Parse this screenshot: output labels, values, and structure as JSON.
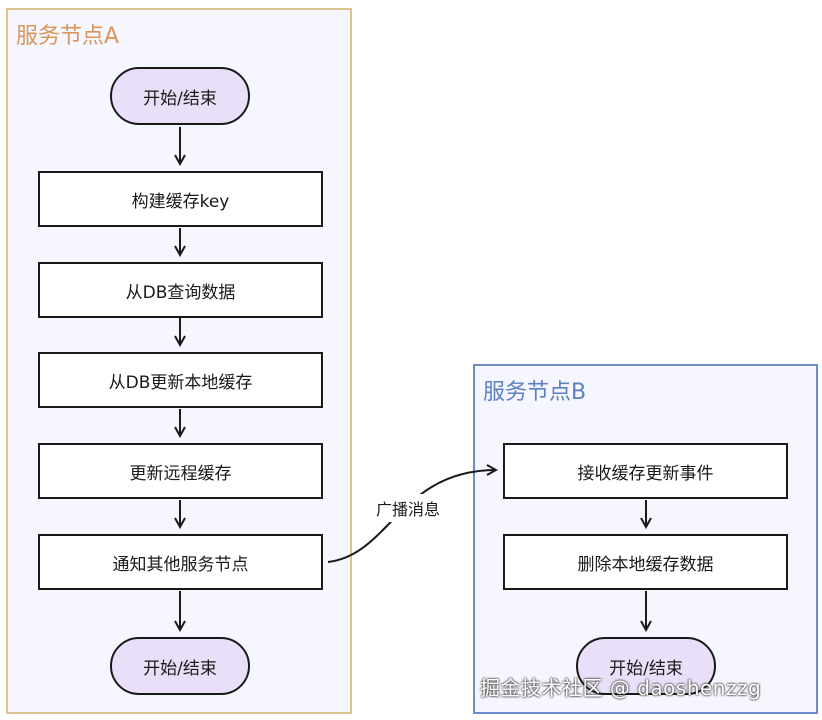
{
  "lane_a": {
    "title": "服务节点A",
    "nodes": {
      "start": "开始/结束",
      "build_key": "构建缓存key",
      "query_db": "从DB查询数据",
      "update_local": "从DB更新本地缓存",
      "update_remote": "更新远程缓存",
      "notify": "通知其他服务节点",
      "end": "开始/结束"
    }
  },
  "lane_b": {
    "title": "服务节点B",
    "nodes": {
      "receive": "接收缓存更新事件",
      "delete_local": "删除本地缓存数据",
      "end": "开始/结束"
    }
  },
  "edge_label": "广播消息",
  "watermark": "掘金技术社区 @ daoshenzzg",
  "colors": {
    "lane_a_border": "#dcc48e",
    "lane_a_title": "#d9955a",
    "lane_b_border": "#6c8dcb",
    "lane_b_title": "#5d7fc4",
    "lane_fill": "#f5f6fe",
    "terminal_fill": "#e9dff8"
  }
}
